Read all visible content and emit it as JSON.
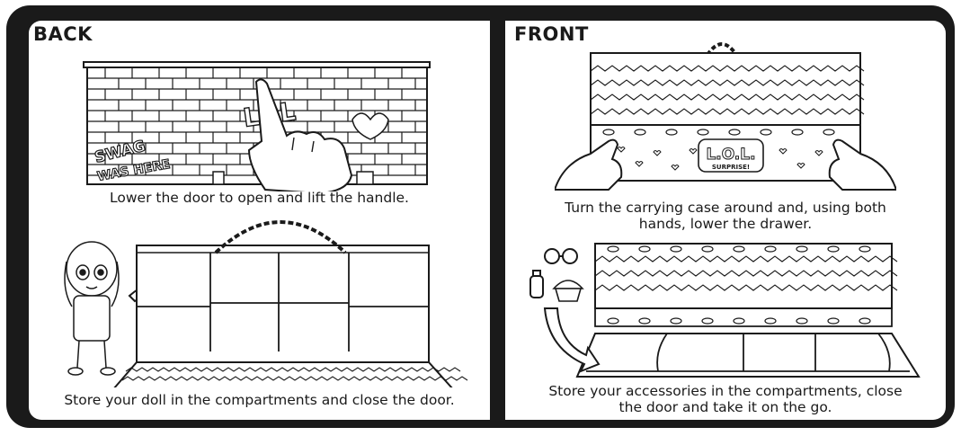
{
  "back": {
    "heading": "BACK",
    "step1_caption": "Lower the door to open and lift the handle.",
    "step2_caption": "Store your doll in the compartments and close the door.",
    "graffiti_text": "LOL",
    "graffiti_swag": "SWAG",
    "graffiti_was_here": "WAS HERE"
  },
  "front": {
    "heading": "FRONT",
    "step1_caption_line1": "Turn the carrying case around and, using both",
    "step1_caption_line2": "hands, lower the drawer.",
    "step2_caption_line1": "Store your accessories in the compartments, close",
    "step2_caption_line2": "the door and take it on the go.",
    "logo_text": "L.O.L.",
    "logo_sub": "SURPRISE!"
  },
  "colors": {
    "frame": "#1a1a1a",
    "panel": "#ffffff",
    "ink": "#1a1a1a"
  }
}
